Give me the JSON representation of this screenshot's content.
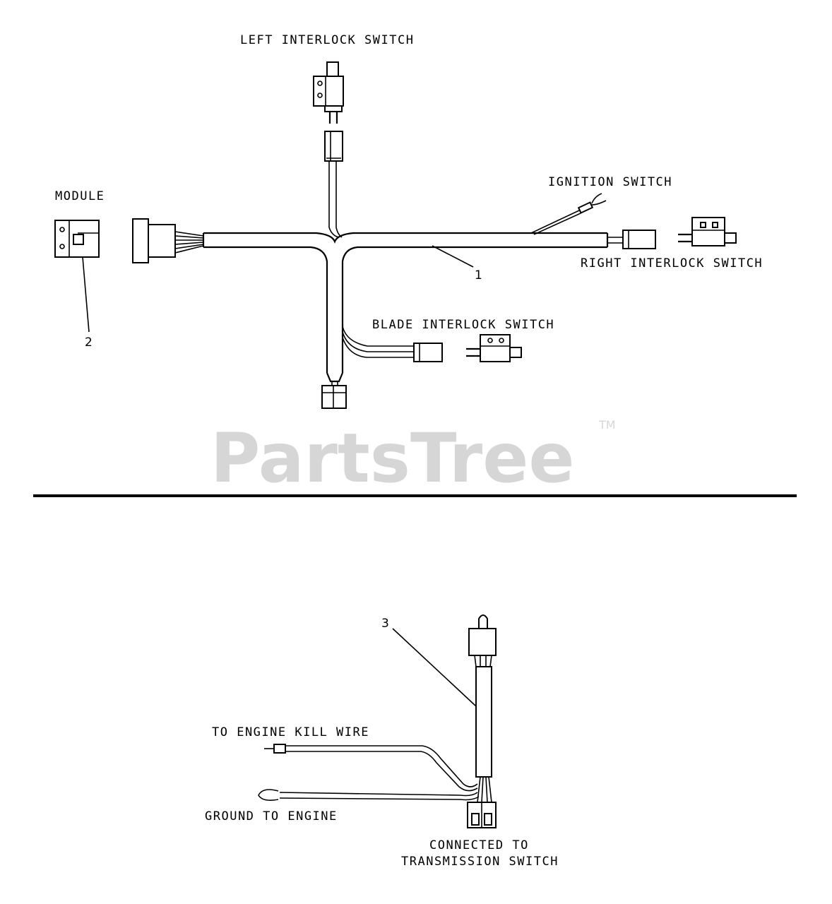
{
  "watermark": {
    "text": "PartsTree",
    "trademark": "TM"
  },
  "labels": {
    "left_interlock": "LEFT INTERLOCK SWITCH",
    "module": "MODULE",
    "ignition": "IGNITION SWITCH",
    "right_interlock": "RIGHT INTERLOCK SWITCH",
    "blade_interlock": "BLADE INTERLOCK SWITCH",
    "engine_kill": "TO ENGINE KILL WIRE",
    "ground": "GROUND TO ENGINE",
    "connected_line1": "CONNECTED TO",
    "connected_line2": "TRANSMISSION SWITCH"
  },
  "callouts": {
    "harness": "1",
    "module": "2",
    "transmission_harness": "3"
  }
}
